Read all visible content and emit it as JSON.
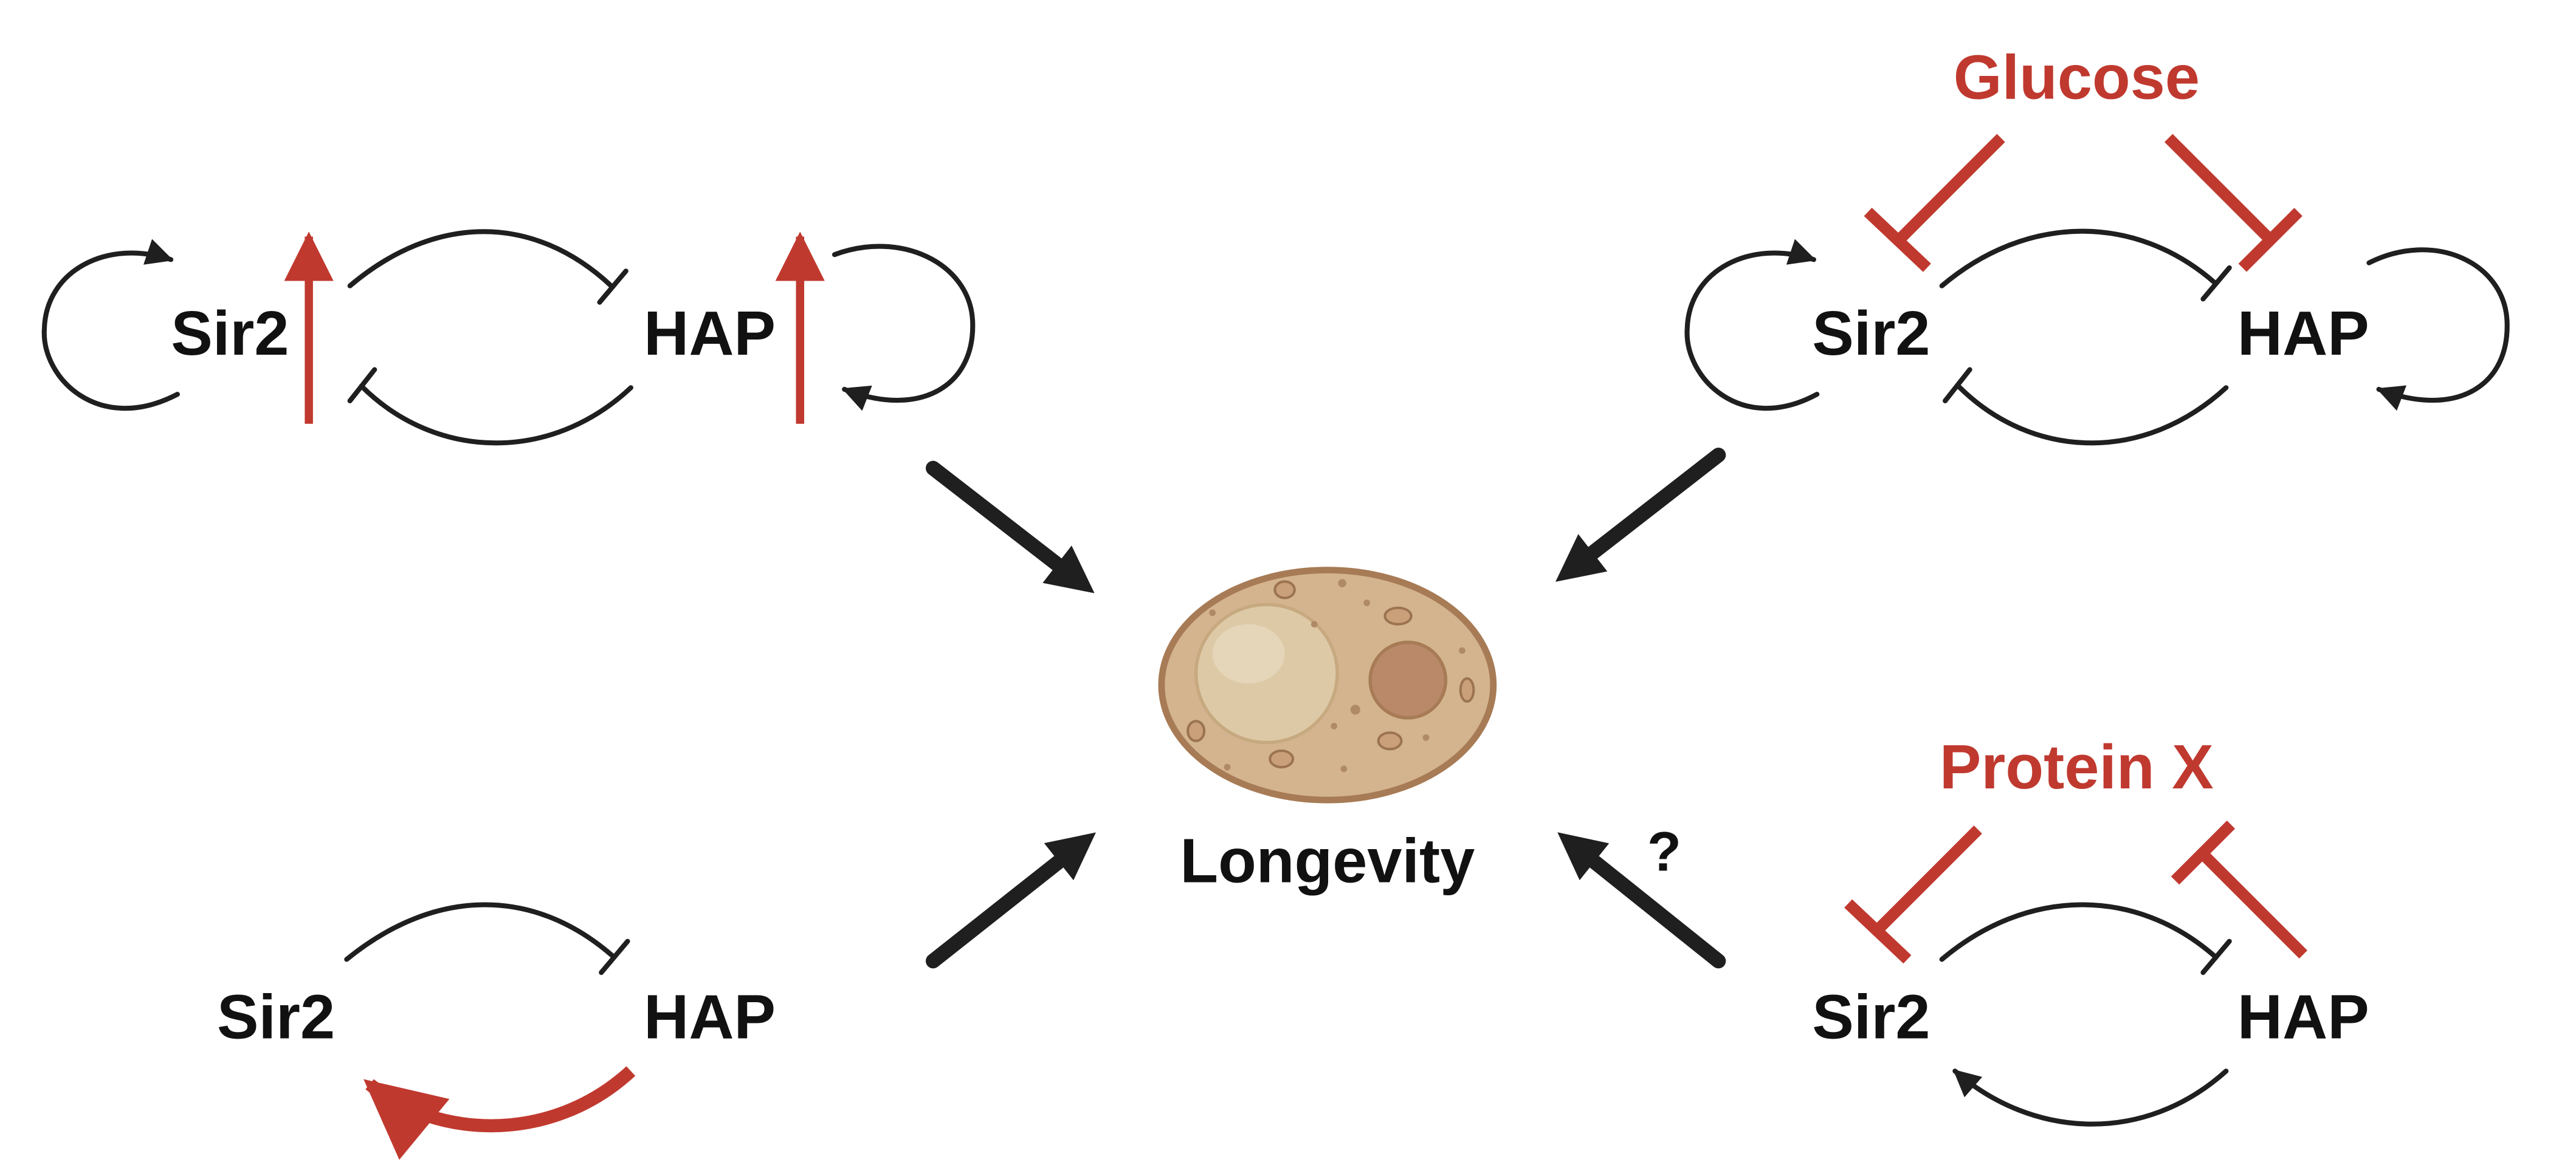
{
  "labels": {
    "sir2": "Sir2",
    "hap": "HAP",
    "longevity": "Longevity",
    "question": "?",
    "glucose": "Glucose",
    "protein_x": "Protein X"
  },
  "colors": {
    "accent_red": "#c0392f",
    "black": "#1f1f1f",
    "cell_body": "#d3b48f",
    "cell_outline": "#a77b55",
    "vacuole": "#ddc9a6",
    "nucleus": "#b9896a"
  },
  "icons": [
    "yeast-cell-icon"
  ]
}
